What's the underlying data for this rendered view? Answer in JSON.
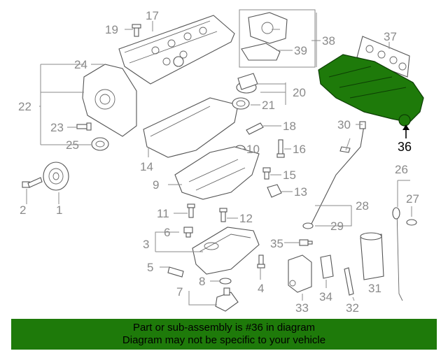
{
  "callouts": {
    "c1": "1",
    "c2": "2",
    "c3": "3",
    "c4": "4",
    "c5": "5",
    "c6": "6",
    "c7": "7",
    "c8": "8",
    "c9": "9",
    "c10": "10",
    "c11": "11",
    "c12": "12",
    "c13": "13",
    "c14": "14",
    "c15": "15",
    "c16": "16",
    "c17": "17",
    "c18": "18",
    "c19": "19",
    "c20": "20",
    "c21": "21",
    "c22": "22",
    "c23": "23",
    "c24": "24",
    "c25": "25",
    "c26": "26",
    "c27": "27",
    "c28": "28",
    "c29": "29",
    "c30": "30",
    "c31": "31",
    "c32": "32",
    "c33": "33",
    "c34": "34",
    "c35": "35",
    "c36": "36",
    "c37": "37",
    "c38": "38",
    "c39": "39"
  },
  "highlight": {
    "part": "36",
    "color": "#1e7a0a"
  },
  "banner": {
    "line1": "Part or sub-assembly is #36 in diagram",
    "line2": "Diagram may not be specific to your vehicle",
    "color": "#1e7a0a"
  }
}
